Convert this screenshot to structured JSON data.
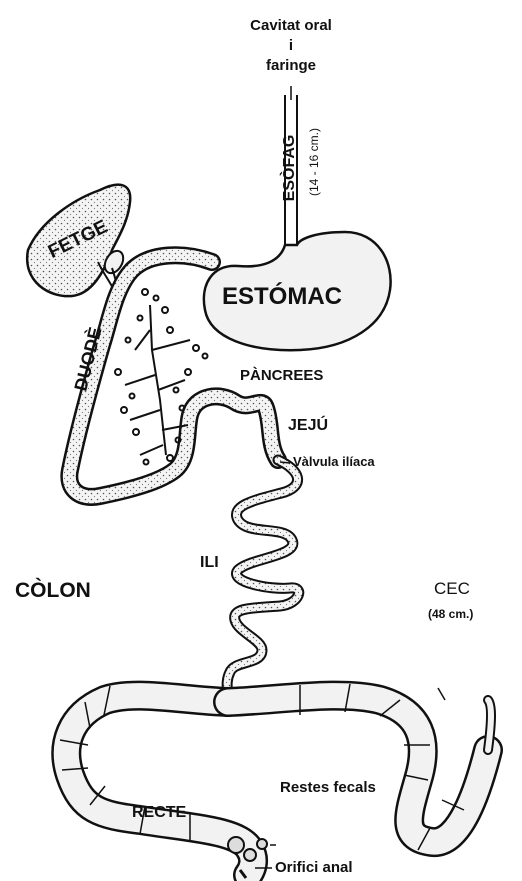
{
  "labels": {
    "oral_line1": "Cavitat oral",
    "oral_line2": "i",
    "oral_line3": "faringe",
    "esofag": "ESÒFAG",
    "esofag_len": "(14 - 16 cm.)",
    "fetge": "FETGE",
    "estomac": "ESTÓMAC",
    "duode": "DUODÈ",
    "pancrees": "PÀNCREES",
    "jeju": "JEJÚ",
    "valvula": "Vàlvula ilíaca",
    "ili": "ILI",
    "colon": "CÒLON",
    "cec": "CEC",
    "cec_len": "(48 cm.)",
    "restes": "Restes fecals",
    "recte": "RECTE",
    "orifici": "Orifici anal"
  },
  "colors": {
    "ink": "#111111",
    "organ_fill": "#f2f2f2",
    "background": "#ffffff"
  }
}
